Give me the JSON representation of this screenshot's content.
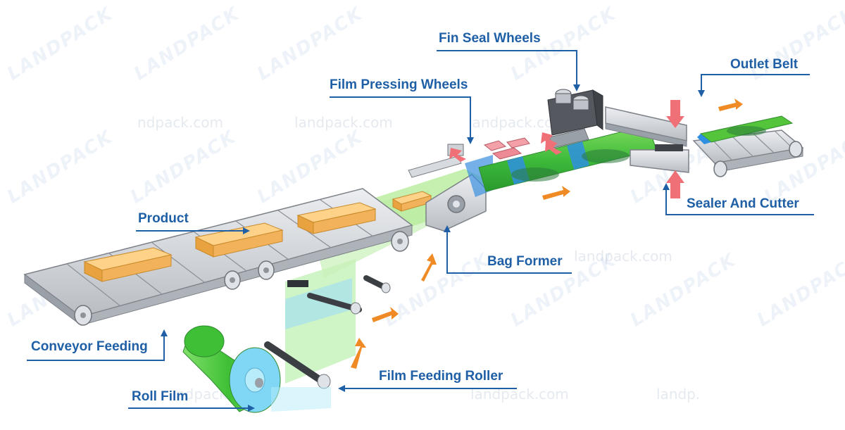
{
  "labels": {
    "fin_seal_wheels": "Fin Seal Wheels",
    "outlet_belt": "Outlet Belt",
    "film_pressing_wheels": "Film Pressing Wheels",
    "product": "Product",
    "bag_former": "Bag Former",
    "sealer_and_cutter": "Sealer And Cutter",
    "conveyor_feeding": "Conveyor Feeding",
    "film_feeding_roller": "Film Feeding Roller",
    "roll_film": "Roll Film"
  },
  "watermark": {
    "logo": "LANDPACK",
    "domain": "landpack.com",
    "domain_partial_1": "ndpack.com",
    "domain_partial_2": "landp."
  },
  "colors": {
    "label_blue": "#1f5fa6",
    "product_orange": "#f2b25c",
    "film_green": "#4fc23a",
    "film_blue": "#2f8fe0",
    "flow_arrow": "#f08a24",
    "press_arrow": "#f07078",
    "metal_gray": "#c9ccd1"
  }
}
